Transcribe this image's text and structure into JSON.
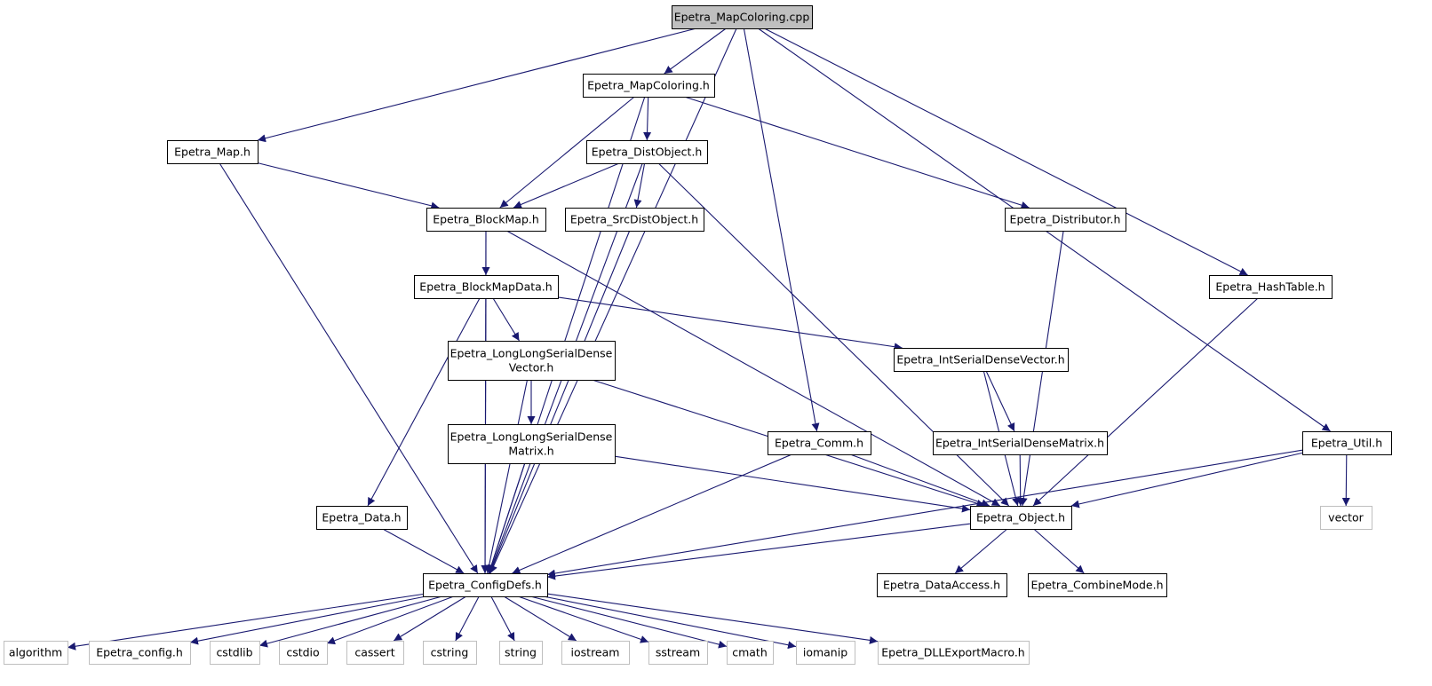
{
  "colors": {
    "edge": "#191970",
    "node_border": "#000000",
    "root_fill": "#bfbfbf",
    "node_fill": "#ffffff",
    "system_border": "#bfbfbf",
    "system_text": "#333333"
  },
  "graph": {
    "nodes": [
      {
        "id": "root",
        "lines": [
          "Epetra_MapColoring.cpp"
        ],
        "kind": "root"
      },
      {
        "id": "mapcoloring_h",
        "lines": [
          "Epetra_MapColoring.h"
        ],
        "kind": "header"
      },
      {
        "id": "map_h",
        "lines": [
          "Epetra_Map.h"
        ],
        "kind": "header"
      },
      {
        "id": "distobject_h",
        "lines": [
          "Epetra_DistObject.h"
        ],
        "kind": "header"
      },
      {
        "id": "blockmap_h",
        "lines": [
          "Epetra_BlockMap.h"
        ],
        "kind": "header"
      },
      {
        "id": "srcdistobject_h",
        "lines": [
          "Epetra_SrcDistObject.h"
        ],
        "kind": "header"
      },
      {
        "id": "distributor_h",
        "lines": [
          "Epetra_Distributor.h"
        ],
        "kind": "header"
      },
      {
        "id": "hashtable_h",
        "lines": [
          "Epetra_HashTable.h"
        ],
        "kind": "header"
      },
      {
        "id": "blockmapdata_h",
        "lines": [
          "Epetra_BlockMapData.h"
        ],
        "kind": "header"
      },
      {
        "id": "llsdvector_h",
        "lines": [
          "Epetra_LongLongSerialDense",
          "Vector.h"
        ],
        "kind": "header"
      },
      {
        "id": "intsdvector_h",
        "lines": [
          "Epetra_IntSerialDenseVector.h"
        ],
        "kind": "header"
      },
      {
        "id": "llsdmatrix_h",
        "lines": [
          "Epetra_LongLongSerialDense",
          "Matrix.h"
        ],
        "kind": "header"
      },
      {
        "id": "comm_h",
        "lines": [
          "Epetra_Comm.h"
        ],
        "kind": "header"
      },
      {
        "id": "intsdmatrix_h",
        "lines": [
          "Epetra_IntSerialDenseMatrix.h"
        ],
        "kind": "header"
      },
      {
        "id": "util_h",
        "lines": [
          "Epetra_Util.h"
        ],
        "kind": "header"
      },
      {
        "id": "data_h",
        "lines": [
          "Epetra_Data.h"
        ],
        "kind": "header"
      },
      {
        "id": "object_h",
        "lines": [
          "Epetra_Object.h"
        ],
        "kind": "header"
      },
      {
        "id": "vector",
        "lines": [
          "vector"
        ],
        "kind": "system"
      },
      {
        "id": "configdefs_h",
        "lines": [
          "Epetra_ConfigDefs.h"
        ],
        "kind": "header"
      },
      {
        "id": "dataaccess_h",
        "lines": [
          "Epetra_DataAccess.h"
        ],
        "kind": "header"
      },
      {
        "id": "combinemode_h",
        "lines": [
          "Epetra_CombineMode.h"
        ],
        "kind": "header"
      },
      {
        "id": "algorithm",
        "lines": [
          "algorithm"
        ],
        "kind": "system"
      },
      {
        "id": "epetra_config_h",
        "lines": [
          "Epetra_config.h"
        ],
        "kind": "system"
      },
      {
        "id": "cstdlib",
        "lines": [
          "cstdlib"
        ],
        "kind": "system"
      },
      {
        "id": "cstdio",
        "lines": [
          "cstdio"
        ],
        "kind": "system"
      },
      {
        "id": "cassert",
        "lines": [
          "cassert"
        ],
        "kind": "system"
      },
      {
        "id": "cstring",
        "lines": [
          "cstring"
        ],
        "kind": "system"
      },
      {
        "id": "string",
        "lines": [
          "string"
        ],
        "kind": "system"
      },
      {
        "id": "iostream",
        "lines": [
          "iostream"
        ],
        "kind": "system"
      },
      {
        "id": "sstream",
        "lines": [
          "sstream"
        ],
        "kind": "system"
      },
      {
        "id": "cmath",
        "lines": [
          "cmath"
        ],
        "kind": "system"
      },
      {
        "id": "iomanip",
        "lines": [
          "iomanip"
        ],
        "kind": "system"
      },
      {
        "id": "dllexport_h",
        "lines": [
          "Epetra_DLLExportMacro.h"
        ],
        "kind": "system"
      }
    ],
    "edges": [
      [
        "root",
        "mapcoloring_h"
      ],
      [
        "root",
        "map_h"
      ],
      [
        "root",
        "configdefs_h"
      ],
      [
        "root",
        "comm_h"
      ],
      [
        "root",
        "hashtable_h"
      ],
      [
        "root",
        "util_h"
      ],
      [
        "mapcoloring_h",
        "distobject_h"
      ],
      [
        "mapcoloring_h",
        "blockmap_h"
      ],
      [
        "mapcoloring_h",
        "configdefs_h"
      ],
      [
        "mapcoloring_h",
        "distributor_h"
      ],
      [
        "map_h",
        "blockmap_h"
      ],
      [
        "map_h",
        "configdefs_h"
      ],
      [
        "distobject_h",
        "blockmap_h"
      ],
      [
        "distobject_h",
        "srcdistobject_h"
      ],
      [
        "distobject_h",
        "configdefs_h"
      ],
      [
        "distobject_h",
        "object_h"
      ],
      [
        "blockmap_h",
        "blockmapdata_h"
      ],
      [
        "blockmap_h",
        "configdefs_h"
      ],
      [
        "blockmap_h",
        "object_h"
      ],
      [
        "srcdistobject_h",
        "configdefs_h"
      ],
      [
        "distributor_h",
        "object_h"
      ],
      [
        "hashtable_h",
        "object_h"
      ],
      [
        "blockmapdata_h",
        "llsdvector_h"
      ],
      [
        "blockmapdata_h",
        "intsdvector_h"
      ],
      [
        "blockmapdata_h",
        "data_h"
      ],
      [
        "blockmapdata_h",
        "configdefs_h"
      ],
      [
        "llsdvector_h",
        "llsdmatrix_h"
      ],
      [
        "llsdvector_h",
        "configdefs_h"
      ],
      [
        "llsdvector_h",
        "object_h"
      ],
      [
        "intsdvector_h",
        "intsdmatrix_h"
      ],
      [
        "intsdvector_h",
        "object_h"
      ],
      [
        "llsdmatrix_h",
        "configdefs_h"
      ],
      [
        "llsdmatrix_h",
        "object_h"
      ],
      [
        "comm_h",
        "object_h"
      ],
      [
        "comm_h",
        "configdefs_h"
      ],
      [
        "intsdmatrix_h",
        "object_h"
      ],
      [
        "util_h",
        "object_h"
      ],
      [
        "util_h",
        "vector"
      ],
      [
        "util_h",
        "configdefs_h"
      ],
      [
        "data_h",
        "configdefs_h"
      ],
      [
        "object_h",
        "configdefs_h"
      ],
      [
        "object_h",
        "dataaccess_h"
      ],
      [
        "object_h",
        "combinemode_h"
      ],
      [
        "configdefs_h",
        "algorithm"
      ],
      [
        "configdefs_h",
        "epetra_config_h"
      ],
      [
        "configdefs_h",
        "cstdlib"
      ],
      [
        "configdefs_h",
        "cstdio"
      ],
      [
        "configdefs_h",
        "cassert"
      ],
      [
        "configdefs_h",
        "cstring"
      ],
      [
        "configdefs_h",
        "string"
      ],
      [
        "configdefs_h",
        "iostream"
      ],
      [
        "configdefs_h",
        "sstream"
      ],
      [
        "configdefs_h",
        "cmath"
      ],
      [
        "configdefs_h",
        "iomanip"
      ],
      [
        "configdefs_h",
        "dllexport_h"
      ]
    ]
  }
}
